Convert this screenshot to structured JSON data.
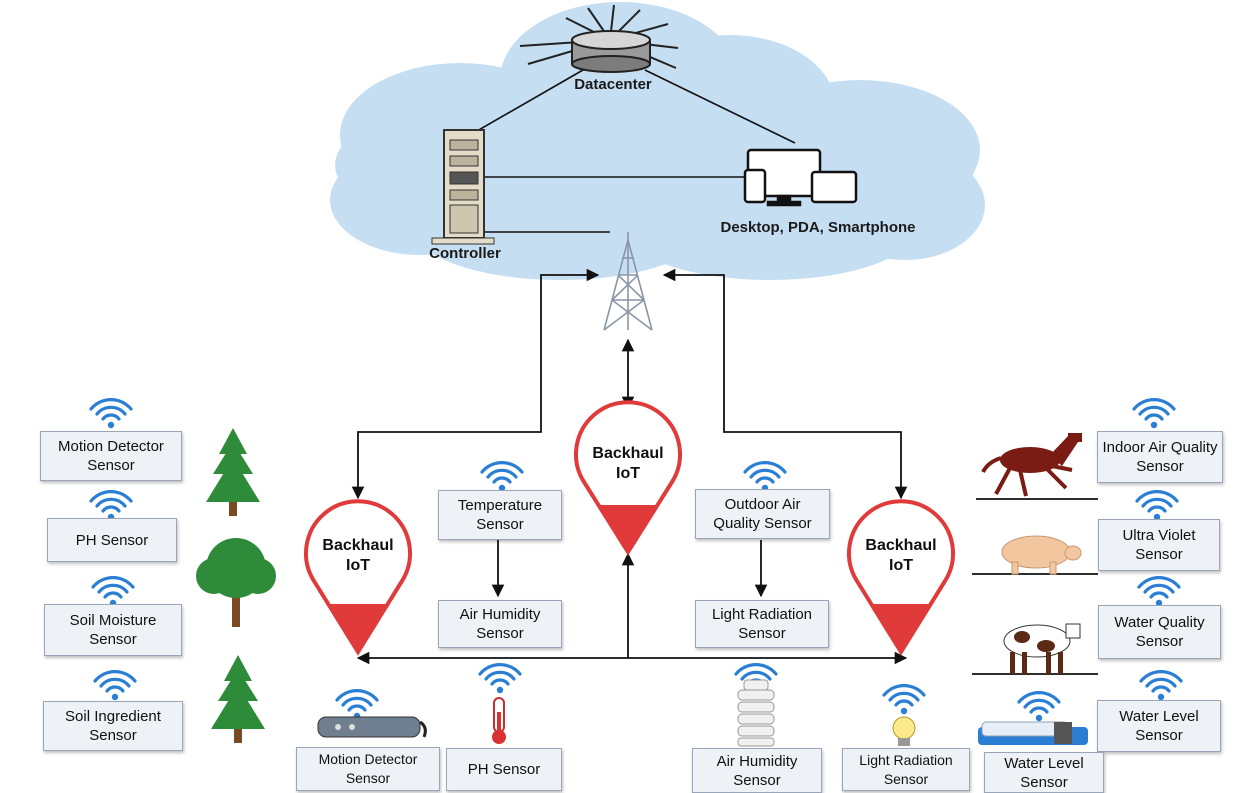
{
  "cloud": {
    "datacenter": "Datacenter",
    "controller": "Controller",
    "devices": "Desktop, PDA, Smartphone"
  },
  "hubs": [
    {
      "line1": "Backhaul",
      "line2": "IoT"
    },
    {
      "line1": "Backhaul",
      "line2": "IoT"
    },
    {
      "line1": "Backhaul",
      "line2": "IoT"
    }
  ],
  "left_sensors": [
    "Motion Detector Sensor",
    "PH Sensor",
    "Soil Moisture Sensor",
    "Soil Ingredient Sensor"
  ],
  "middle_left": {
    "top": "Temperature Sensor",
    "bottom": "Air Humidity Sensor"
  },
  "middle_right": {
    "top": "Outdoor Air Quality Sensor",
    "bottom": "Light Radiation Sensor"
  },
  "right_sensors": [
    "Indoor Air Quality Sensor",
    "Ultra Violet Sensor",
    "Water Quality Sensor",
    "Water Level Sensor"
  ],
  "bottom_sensors": [
    "Motion Detector Sensor",
    "PH Sensor",
    "Air Humidity Sensor",
    "Light Radiation Sensor",
    "Water Level Sensor"
  ],
  "colors": {
    "cloud": "#c6def2",
    "pin": "#e03a3a",
    "wifi": "#2a7fd4",
    "tree": "#2e8b3a",
    "box": "#eef1f5"
  },
  "icons": [
    "datacenter-icon",
    "controller-icon",
    "devices-icon",
    "tower-icon",
    "wifi-icon",
    "tree-icon",
    "horse-icon",
    "pig-icon",
    "cow-icon",
    "thermometer-icon",
    "bulb-icon"
  ]
}
